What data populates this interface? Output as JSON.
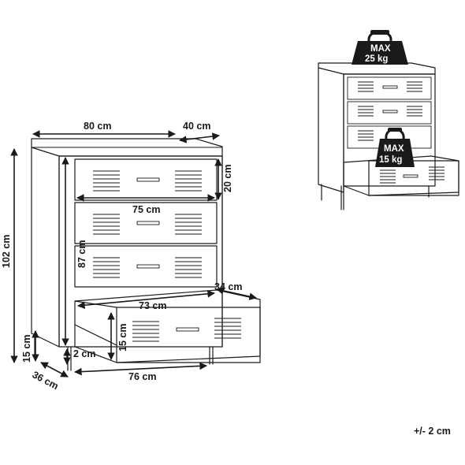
{
  "dimensions": {
    "width": "80 cm",
    "depth": "40 cm",
    "drawer_height": "20 cm",
    "drawer_inner_width": "75 cm",
    "body_height": "87 cm",
    "total_height": "102 cm",
    "drawer_depth": "34 cm",
    "open_drawer_width": "73 cm",
    "drawer_inner_height": "15 cm",
    "gap": "2 cm",
    "leg_height": "15 cm",
    "base_depth": "36 cm",
    "base_width": "76 cm"
  },
  "load_top": {
    "line1": "MAX",
    "line2": "25 kg"
  },
  "load_drawer": {
    "line1": "MAX",
    "line2": "15 kg"
  },
  "tolerance": "+/- 2 cm"
}
